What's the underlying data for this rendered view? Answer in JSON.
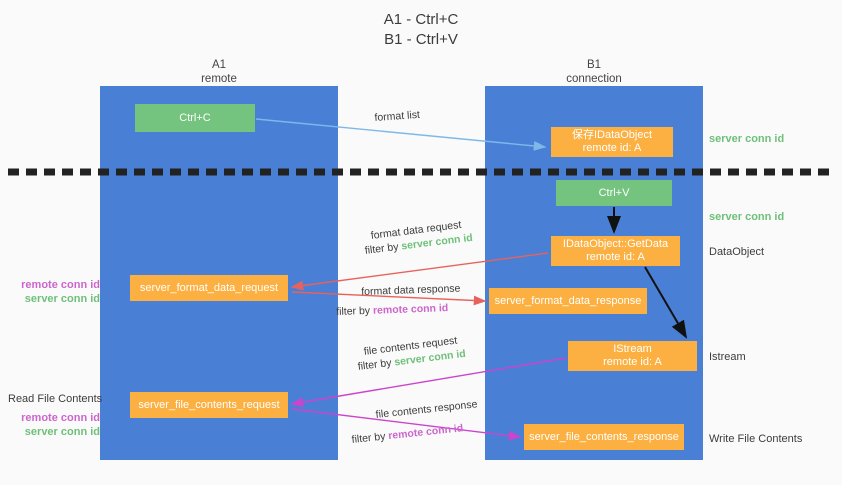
{
  "title": {
    "line1": "A1 - Ctrl+C",
    "line2": "B1 - Ctrl+V"
  },
  "lanes": [
    {
      "name": "A1",
      "sub": "remote"
    },
    {
      "name": "B1",
      "sub": "connection"
    }
  ],
  "boxes": {
    "ctrl_c": "Ctrl+C",
    "save_idataobject_l1": "保存IDataObject",
    "save_idataobject_l2": "remote id: A",
    "ctrl_v": "Ctrl+V",
    "getdata_l1": "IDataObject::GetData",
    "getdata_l2": "remote id: A",
    "format_data_request": "server_format_data_request",
    "format_data_response": "server_format_data_response",
    "istream_l1": "IStream",
    "istream_l2": "remote id: A",
    "file_contents_request": "server_file_contents_request",
    "file_contents_response": "server_file_contents_response"
  },
  "side_labels": {
    "server_conn_id_top": "server conn id",
    "server_conn_id_mid": "server conn id",
    "dataobject": "DataObject",
    "istream": "Istream",
    "write_file_contents": "Write File Contents",
    "read_file_contents": "Read File Contents",
    "remote_conn_id": "remote conn id",
    "server_conn_id": "server conn id"
  },
  "annotations": {
    "format_list": "format list",
    "format_data_request": "format data request",
    "filter_by": "filter by ",
    "server_conn_id": "server conn id",
    "remote_conn_id": "remote conn id",
    "format_data_response": "format data response",
    "file_contents_request": "file contents request",
    "file_contents_response": "file contents response"
  },
  "colors": {
    "lane": "#4a7fd6",
    "green_box": "#74c37e",
    "orange_box": "#fbb041",
    "green_text": "#6ec07a",
    "magenta_text": "#cc66cc",
    "arrow_red": "#e8625c",
    "arrow_magenta": "#cc44cc",
    "arrow_blue": "#7fb8e8",
    "arrow_black": "#111111",
    "background": "#fafafa"
  }
}
